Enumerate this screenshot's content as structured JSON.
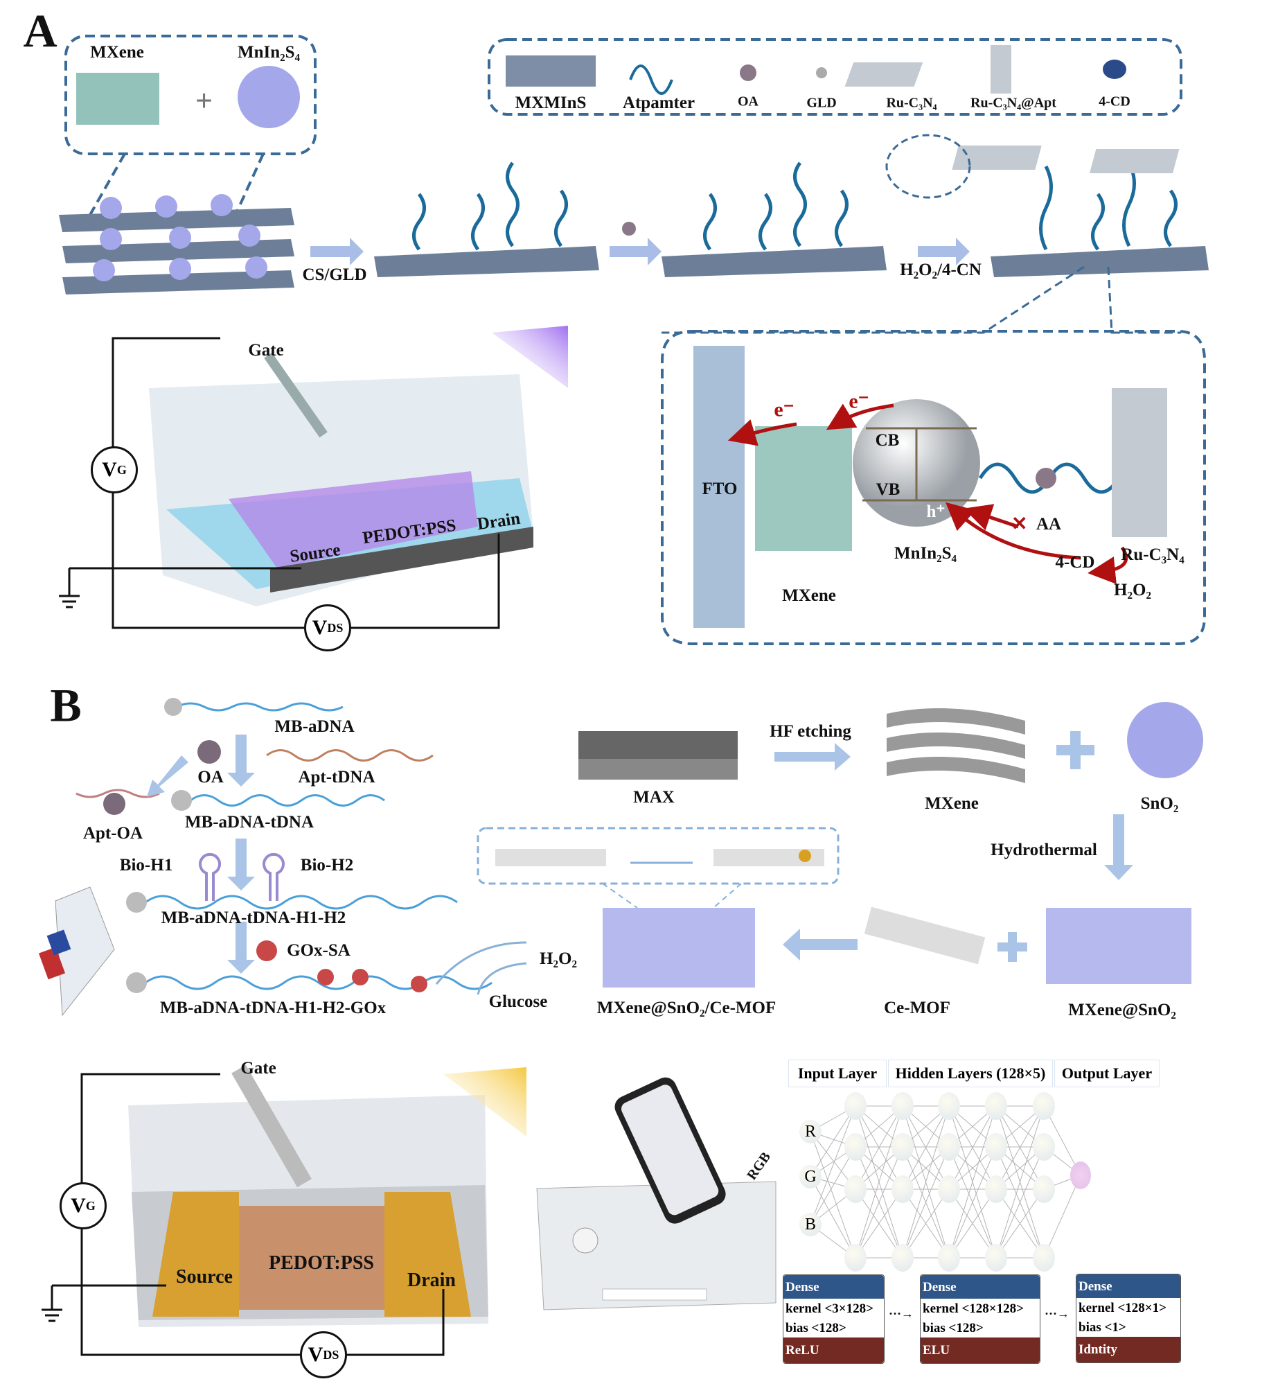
{
  "panel_a": {
    "label": "A",
    "mxene": "MXene",
    "mnin2s4": "MnIn₂S₄",
    "legend": [
      "MXMInS",
      "Atpamter",
      "OA",
      "GLD",
      "Ru-C₃N₄",
      "Ru-C₃N₄@Apt",
      "4-CD"
    ],
    "step_cs_gld": "CS/GLD",
    "step_h2o2": "H₂O₂/4-CN",
    "device": {
      "gate": "Gate",
      "vg": "V",
      "vg_sub": "G",
      "source": "Source",
      "channel": "PEDOT:PSS",
      "drain": "Drain",
      "vds": "V",
      "vds_sub": "DS"
    },
    "mechanism": {
      "fto": "FTO",
      "e1": "e⁻",
      "e2": "e⁻",
      "cb": "CB",
      "vb": "VB",
      "h": "h⁺",
      "aa": "AA",
      "cd": "4-CD",
      "ru": "Ru-C₃N₄",
      "h2o2": "H₂O₂",
      "mnin2s4": "MnIn₂S₄",
      "mxene": "MXene"
    }
  },
  "panel_b": {
    "label": "B",
    "dna": {
      "mb_adna": "MB-aDNA",
      "oa": "OA",
      "apt_tdna": "Apt-tDNA",
      "apt_oa": "Apt-OA",
      "mb_adna_tdna": "MB-aDNA-tDNA",
      "bio_h1": "Bio-H1",
      "bio_h2": "Bio-H2",
      "h1h2": "MB-aDNA-tDNA-H1-H2",
      "gox_sa": "GOx-SA",
      "gox": "MB-aDNA-tDNA-H1-H2-GOx"
    },
    "synthesis": {
      "max": "MAX",
      "hf": "HF etching",
      "mxene": "MXene",
      "sno2": "SnO₂",
      "hydrothermal": "Hydrothermal",
      "glucose": "Glucose",
      "h2o2": "H₂O₂",
      "composite": "MXene@SnO₂/Ce-MOF",
      "ce_mof": "Ce-MOF",
      "mxene_sno2": "MXene@SnO₂"
    },
    "device": {
      "gate": "Gate",
      "vg": "V",
      "vg_sub": "G",
      "source": "Source",
      "channel": "PEDOT:PSS",
      "drain": "Drain",
      "vds": "V",
      "vds_sub": "DS"
    },
    "phone": {
      "rgb": "RGB"
    },
    "network": {
      "headers": [
        "Input Layer",
        "Hidden Layers (128×5)",
        "Output Layer"
      ],
      "inputs": [
        "R",
        "G",
        "B"
      ],
      "blocks": [
        {
          "title": "Dense",
          "kernel": "kernel <3×128>",
          "bias": "bias <128>",
          "activation": "ReLU"
        },
        {
          "title": "Dense",
          "kernel": "kernel <128×128>",
          "bias": "bias <128>",
          "activation": "ELU"
        },
        {
          "title": "Dense",
          "kernel": "kernel <128×1>",
          "bias": "bias <1>",
          "activation": "Idntity"
        }
      ]
    }
  },
  "colors": {
    "dashed_border": "#3a6a96",
    "arrow": "#a9c4e6",
    "sheet": "#6d7f98",
    "flower": "#9a9fe6",
    "dense_header": "#2f5688",
    "dense_footer": "#722a22",
    "electron_arrow": "#b01010"
  }
}
